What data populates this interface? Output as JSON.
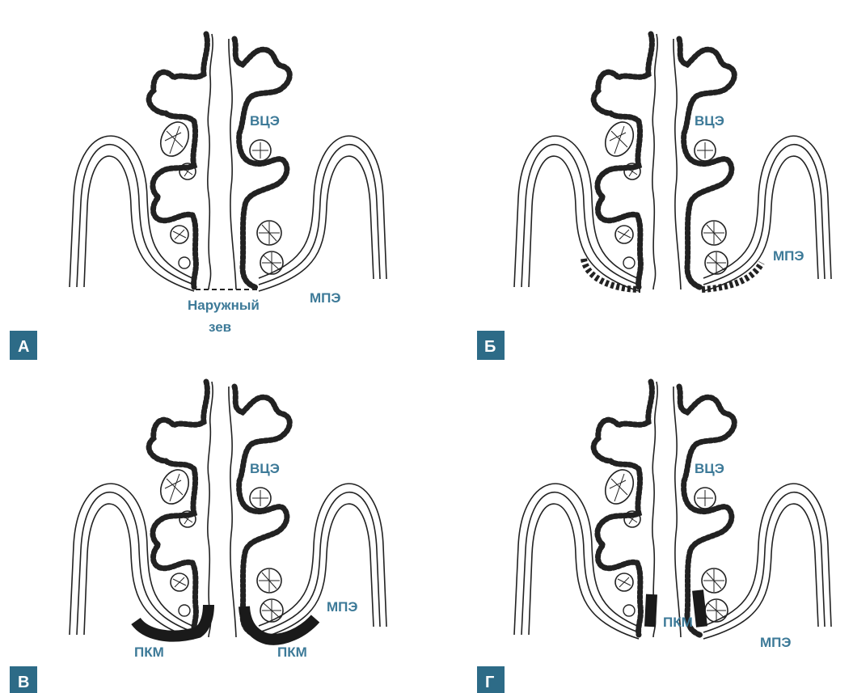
{
  "colors": {
    "label": "#3d7a98",
    "badge": "#2d6b87",
    "badge_text": "#ffffff",
    "line": "#222222",
    "pkm": "#1a1a1a"
  },
  "panels": [
    {
      "id": "A",
      "badge": "А",
      "labels": {
        "vce": "ВЦЭ",
        "mpe": "МПЭ",
        "os_line1": "Наружный",
        "os_line2": "зев"
      }
    },
    {
      "id": "B",
      "badge": "Б",
      "labels": {
        "vce": "ВЦЭ",
        "mpe": "МПЭ"
      }
    },
    {
      "id": "V",
      "badge": "В",
      "labels": {
        "vce": "ВЦЭ",
        "mpe": "МПЭ",
        "pkm_left": "ПКМ",
        "pkm_right": "ПКМ"
      }
    },
    {
      "id": "G",
      "badge": "Г",
      "labels": {
        "vce": "ВЦЭ",
        "mpe": "МПЭ",
        "pkm": "ПКМ"
      }
    }
  ]
}
